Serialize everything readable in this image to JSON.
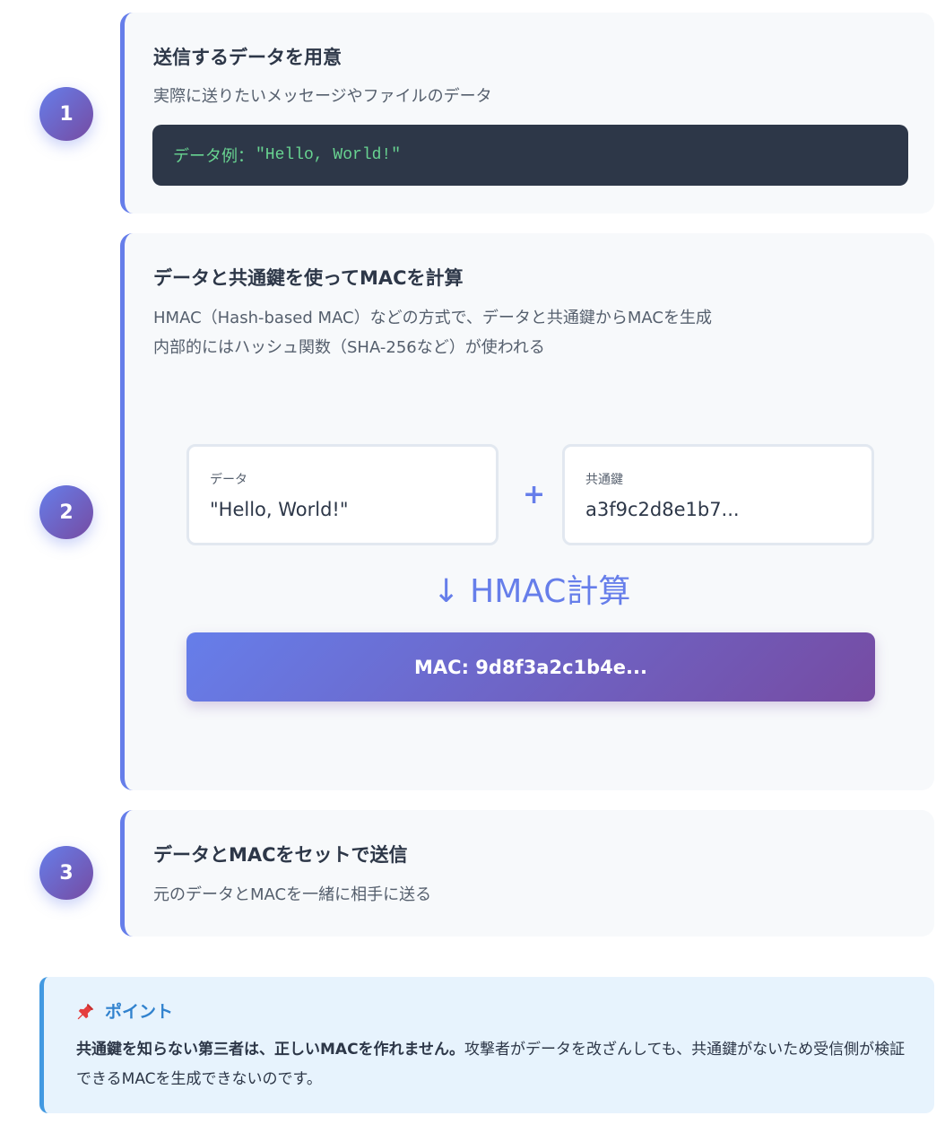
{
  "steps": [
    {
      "number": "1",
      "title": "送信するデータを用意",
      "description": "実際に送りたいメッセージやファイルのデータ",
      "code_prefix": "データ例：",
      "code_value": "\"Hello, World!\""
    },
    {
      "number": "2",
      "title": "データと共通鍵を使ってMACを計算",
      "description_lines": [
        "HMAC（Hash-based MAC）などの方式で、データと共通鍵からMACを生成",
        "内部的にはハッシュ関数（SHA-256など）が使われる"
      ],
      "data_box": {
        "label": "データ",
        "value": "\"Hello, World!\""
      },
      "plus": "+",
      "key_box": {
        "label": "共通鍵",
        "value": "a3f9c2d8e1b7..."
      },
      "arrow_label": "↓ HMAC計算",
      "mac_result": "MAC: 9d8f3a2c1b4e..."
    },
    {
      "number": "3",
      "title": "データとMACをセットで送信",
      "description": "元のデータとMACを一緒に相手に送る"
    }
  ],
  "point": {
    "icon": "pushpin-icon",
    "title": "ポイント",
    "bold_text": "共通鍵を知らない第三者は、正しいMACを作れません。",
    "text": "攻撃者がデータを改ざんしても、共通鍵がないため受信側が検証できるMACを生成できないのです。"
  },
  "colors": {
    "accent": "#667eea",
    "accent_end": "#764ba2",
    "code_bg": "#2d3748",
    "code_text": "#68d391",
    "point_bg": "#e7f3fd",
    "point_accent": "#4299e1"
  }
}
